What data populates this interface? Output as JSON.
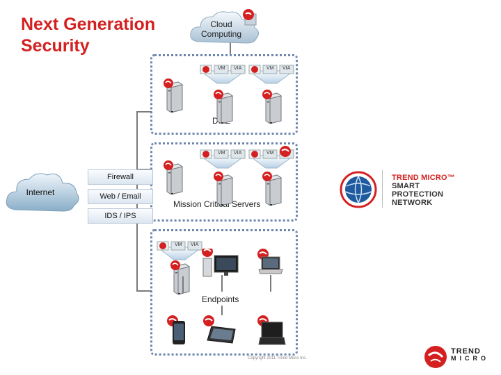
{
  "slide": {
    "title_line1": "Next Generation",
    "title_line2": "Security"
  },
  "cloud": {
    "label_line1": "Cloud",
    "label_line2": "Computing"
  },
  "internet": {
    "label": "Internet"
  },
  "dmz": {
    "label": "DMZ"
  },
  "mission_critical": {
    "label": "Mission Critical Servers"
  },
  "gateway": {
    "firewall": "Firewall",
    "web_email": "Web / Email",
    "ids_ips": "IDS / IPS"
  },
  "endpoints": {
    "label": "Endpoints"
  },
  "vm": {
    "vm": "VM",
    "via": "VIA"
  },
  "spn": {
    "line1_brand": "TREND MICRO™",
    "line2": "SMART",
    "line3": "PROTECTION",
    "line4": "NETWORK"
  },
  "trend_logo": {
    "line1": "TREND",
    "line2": "MICRO"
  },
  "footer": {
    "copyright": "Copyright 2011 Trend Micro Inc."
  },
  "colors": {
    "title": "#d42020",
    "zone_border": "#6d86ad",
    "brand_red": "#d42020"
  }
}
